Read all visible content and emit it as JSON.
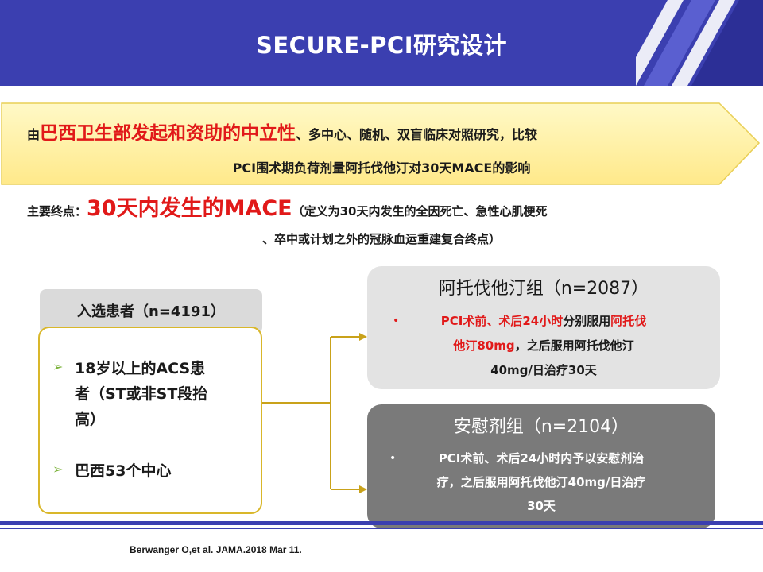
{
  "header": {
    "title": "SECURE-PCI研究设计"
  },
  "intro": {
    "prefix": "由",
    "highlight": "巴西卫生部发起和资助的中立性",
    "rest": "、多中心、随机、双盲临床对照研究，比较",
    "line2": "PCI围术期负荷剂量阿托伐他汀对30天MACE的影响"
  },
  "endpoint": {
    "label": "主要终点：",
    "highlight": "30天内发生的MACE",
    "definition": "（定义为30天内发生的全因死亡、急性心肌梗死",
    "definition_cont": "、卒中或计划之外的冠脉血运重建复合终点）"
  },
  "enrolled": {
    "title": "入选患者（n=4191）",
    "criteria": [
      {
        "arrow": "➢",
        "lines": [
          "18岁以上的ACS患",
          "者（ST或非ST段抬",
          "高）"
        ]
      },
      {
        "arrow": "➢",
        "lines": [
          "巴西53个中心"
        ]
      }
    ]
  },
  "atorvastatin_group": {
    "title": "阿托伐他汀组（n=2087）",
    "bullet": "•",
    "line1_red_a": "PCI术前、术后24小时",
    "line1_black": "分别服用",
    "line1_red_b": "阿托伐",
    "line2_red": "他汀80mg",
    "line2_black": "，之后服用阿托伐他汀",
    "line3": "40mg/日治疗30天"
  },
  "placebo_group": {
    "title": "安慰剂组（n=2104）",
    "bullet": "•",
    "line1": "PCI术前、术后24小时内予以安慰剂治",
    "line2": "疗，之后服用阿托伐他汀40mg/日治疗",
    "line3": "30天"
  },
  "citation": "Berwanger O,et al. JAMA.2018  Mar 11.",
  "colors": {
    "header": "#3b3fb0",
    "highlight_red": "#e11919",
    "banner_yellow": "#fff7a8",
    "connector_gold": "#c9a21a",
    "placebo_gray": "#7a7a7a",
    "atorva_gray": "#e3e3e3"
  }
}
